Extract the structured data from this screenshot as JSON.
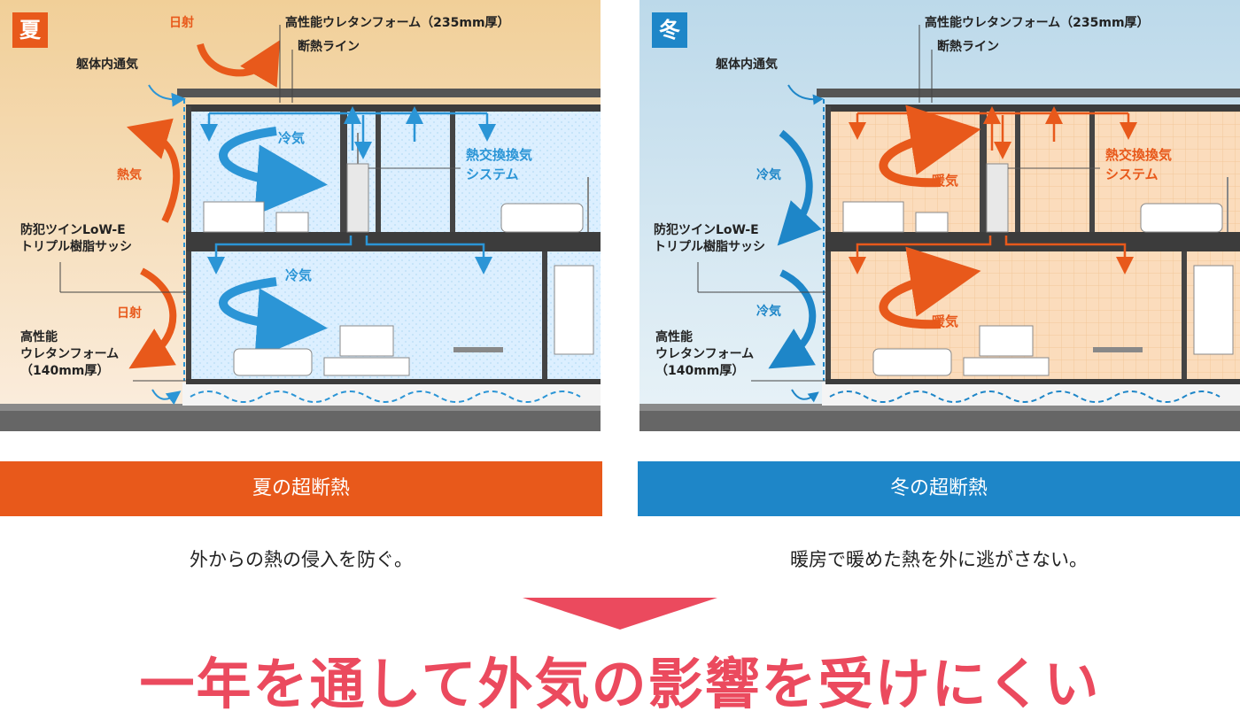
{
  "colors": {
    "summer_accent": "#e8591b",
    "winter_accent": "#1e86c8",
    "conclusion": "#eb4a5e",
    "summer_bg": "#f3d6a6",
    "winter_bg": "#cfe3ee",
    "cool_room": "#dcefff",
    "warm_room": "#fbdcbc"
  },
  "summer": {
    "badge": "夏",
    "sun_top": "日射",
    "wall_vent": "躯体内通気",
    "foam_top": "高性能ウレタンフォーム（235mm厚）",
    "insulation_line": "断熱ライン",
    "heat_air": "熱気",
    "sash_line1": "防犯ツインLoW-E",
    "sash_line2": "トリプル樹脂サッシ",
    "sun_side": "日射",
    "foam_side_line1": "高性能",
    "foam_side_line2": "ウレタンフォーム",
    "foam_side_line3": "（140mm厚）",
    "flow_upper": "冷気",
    "flow_lower": "冷気",
    "ventilation_line1": "熱交換換気",
    "ventilation_line2": "システム",
    "band": "夏の超断熱",
    "desc": "外からの熱の侵入を防ぐ。"
  },
  "winter": {
    "badge": "冬",
    "wall_vent": "躯体内通気",
    "foam_top": "高性能ウレタンフォーム（235mm厚）",
    "insulation_line": "断熱ライン",
    "cold_upper": "冷気",
    "sash_line1": "防犯ツインLoW-E",
    "sash_line2": "トリプル樹脂サッシ",
    "cold_lower": "冷気",
    "foam_side_line1": "高性能",
    "foam_side_line2": "ウレタンフォーム",
    "foam_side_line3": "（140mm厚）",
    "flow_upper": "暖気",
    "flow_lower": "暖気",
    "ventilation_line1": "熱交換換気",
    "ventilation_line2": "システム",
    "band": "冬の超断熱",
    "desc": "暖房で暖めた熱を外に逃がさない。"
  },
  "conclusion": "一年を通して外気の影響を受けにくい"
}
